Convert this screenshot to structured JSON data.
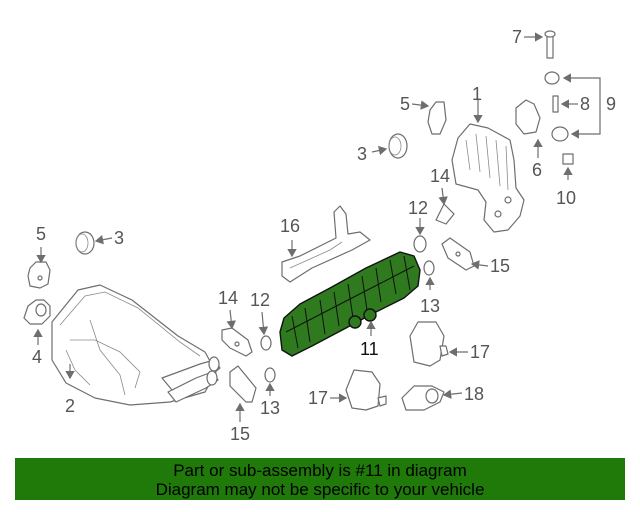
{
  "labels": {
    "p1": "1",
    "p2": "2",
    "p3a": "3",
    "p3b": "3",
    "p4": "4",
    "p5a": "5",
    "p5b": "5",
    "p6": "6",
    "p7": "7",
    "p8": "8",
    "p9": "9",
    "p10": "10",
    "p11": "11",
    "p12a": "12",
    "p12b": "12",
    "p13a": "13",
    "p13b": "13",
    "p14a": "14",
    "p14b": "14",
    "p15a": "15",
    "p15b": "15",
    "p16": "16",
    "p17a": "17",
    "p17b": "17",
    "p18": "18"
  },
  "banner": {
    "line1": "Part or sub-assembly is #11 in diagram",
    "line2": "Diagram may not be specific to your vehicle"
  },
  "colors": {
    "highlight": "#2f7a1f",
    "banner": "#1f7a0a"
  }
}
